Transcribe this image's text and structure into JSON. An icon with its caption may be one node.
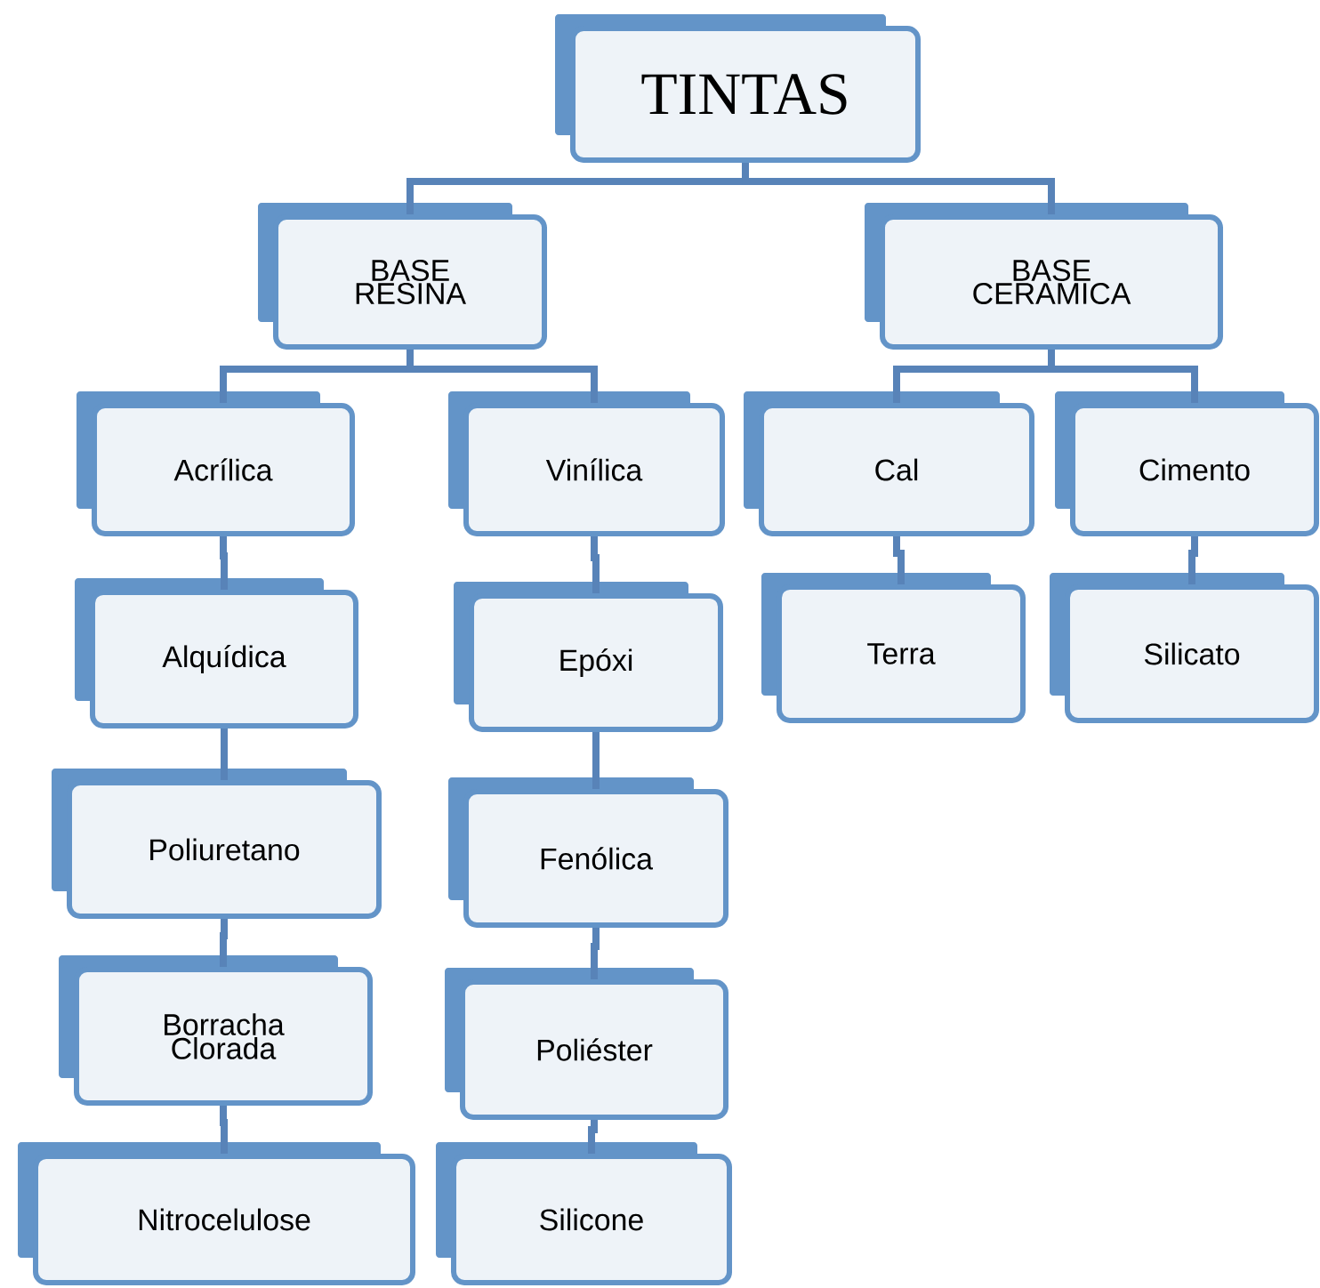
{
  "diagram": {
    "nodes": [
      {
        "text": [
          "TINTAS"
        ]
      },
      {
        "text": [
          "BASE RESINA"
        ]
      },
      {
        "text": [
          "BASE CERAMICA"
        ]
      },
      {
        "text": [
          "Acrílica"
        ]
      },
      {
        "text": [
          "Vinílica"
        ]
      },
      {
        "text": [
          "Cal"
        ]
      },
      {
        "text": [
          "Cimento"
        ]
      },
      {
        "text": [
          "Alquídica"
        ]
      },
      {
        "text": [
          "Epóxi"
        ]
      },
      {
        "text": [
          "Terra"
        ]
      },
      {
        "text": [
          "Silicato"
        ]
      },
      {
        "text": [
          "Poliuretano"
        ]
      },
      {
        "text": [
          "Fenólica"
        ]
      },
      {
        "text": [
          "Borracha Clorada"
        ]
      },
      {
        "text": [
          "Poliéster"
        ]
      },
      {
        "text": [
          "Nitrocelulose"
        ]
      },
      {
        "text": [
          "Silicone"
        ]
      }
    ],
    "edges": [
      {
        "from": 0,
        "to": 1,
        "arrow": "none"
      },
      {
        "from": 0,
        "to": 2,
        "arrow": "none"
      },
      {
        "from": 1,
        "to": 3,
        "arrow": "none"
      },
      {
        "from": 1,
        "to": 4,
        "arrow": "none"
      },
      {
        "from": 2,
        "to": 5,
        "arrow": "none"
      },
      {
        "from": 2,
        "to": 6,
        "arrow": "none"
      },
      {
        "from": 3,
        "to": 7,
        "arrow": "none"
      },
      {
        "from": 4,
        "to": 8,
        "arrow": "none"
      },
      {
        "from": 5,
        "to": 9,
        "arrow": "none"
      },
      {
        "from": 6,
        "to": 10,
        "arrow": "none"
      },
      {
        "from": 7,
        "to": 11,
        "arrow": "none"
      },
      {
        "from": 8,
        "to": 12,
        "arrow": "none"
      },
      {
        "from": 11,
        "to": 13,
        "arrow": "none"
      },
      {
        "from": 12,
        "to": 14,
        "arrow": "none"
      },
      {
        "from": 13,
        "to": 15,
        "arrow": "none"
      },
      {
        "from": 14,
        "to": 16,
        "arrow": "none"
      }
    ]
  }
}
